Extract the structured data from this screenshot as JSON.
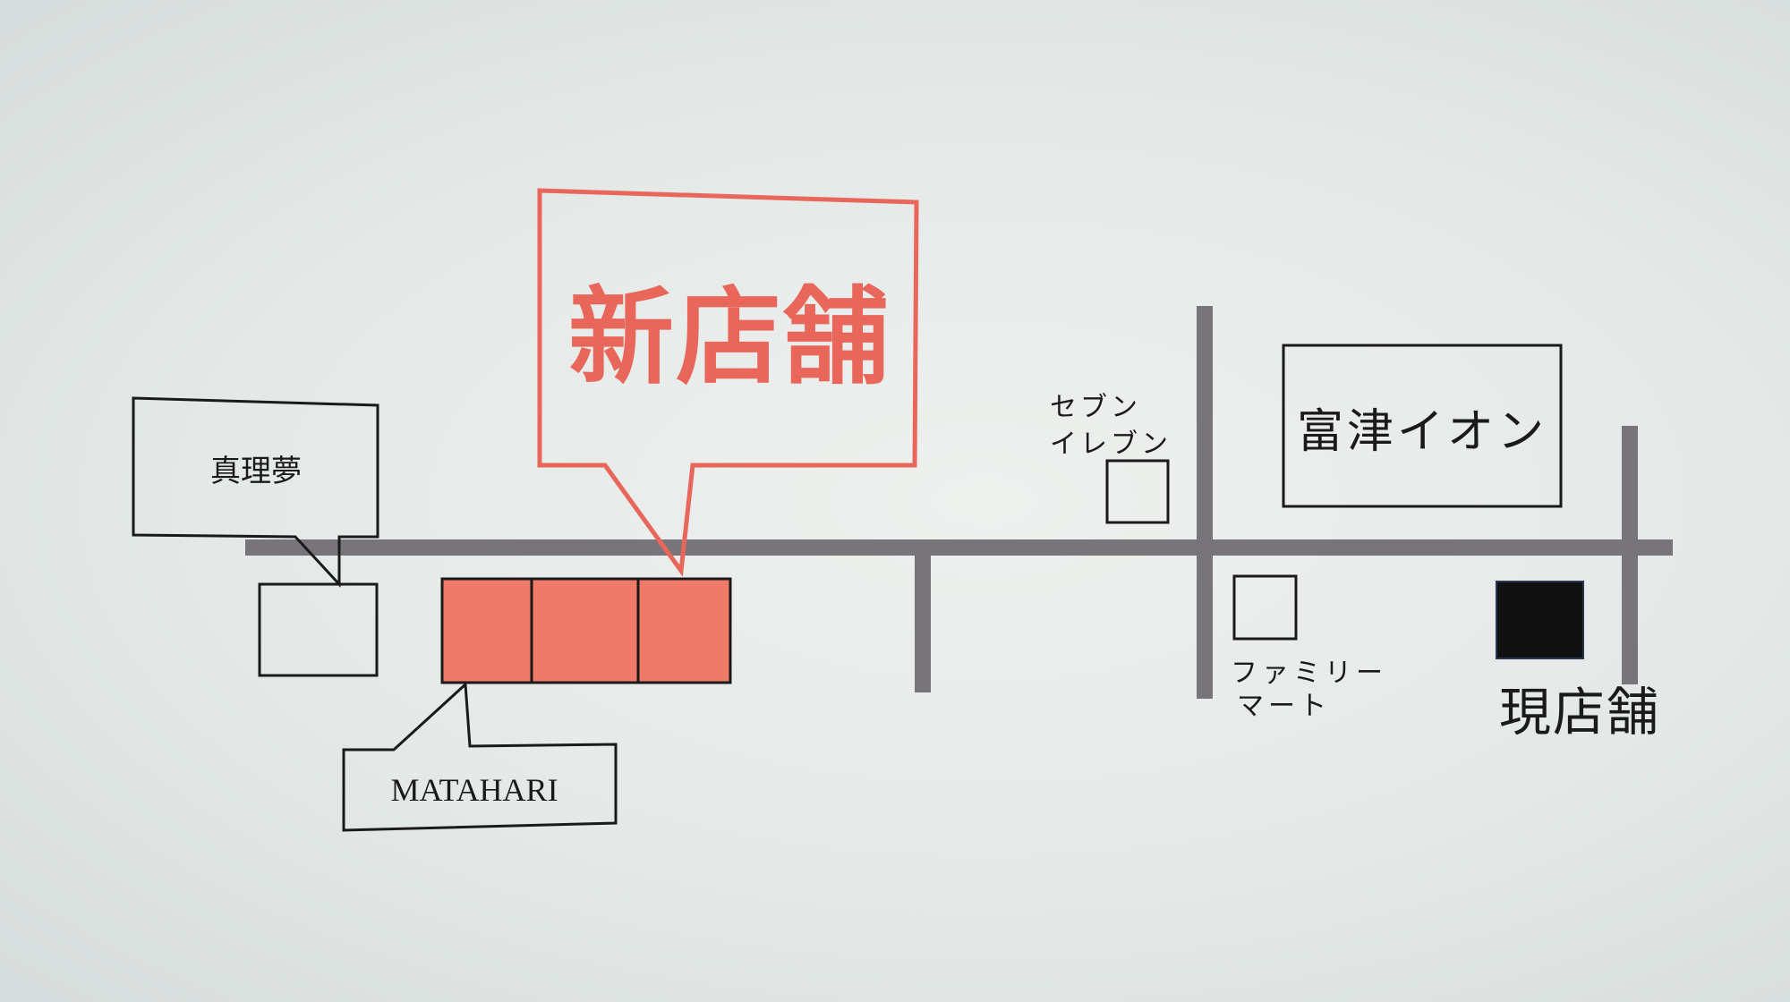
{
  "map": {
    "new_store": {
      "label": "新店舗",
      "color": "#e8675a",
      "fill": "#ef7a68"
    },
    "current_store": {
      "label": "現店舗",
      "color": "#111111"
    },
    "landmarks": {
      "marimu": "真理夢",
      "matahari": "MATAHARI",
      "seven_line1": "セブン",
      "seven_line2": "イレブン",
      "aeon": "富津イオン",
      "family_line1": "ファミリー",
      "family_line2": "マート"
    },
    "road_color": "#77747a"
  }
}
